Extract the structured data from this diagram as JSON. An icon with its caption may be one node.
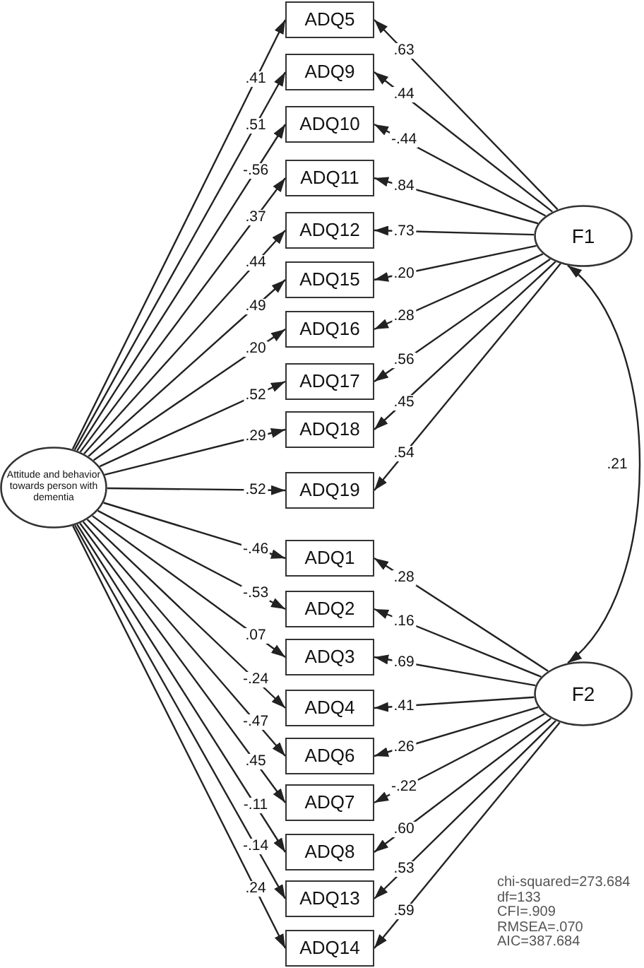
{
  "diagram": {
    "nodes": [
      {
        "text": [
          "Attitude and behavior towards person with dementia"
        ]
      },
      {
        "text": [
          "ADQ5"
        ]
      },
      {
        "text": [
          "ADQ9"
        ]
      },
      {
        "text": [
          "ADQ10"
        ]
      },
      {
        "text": [
          "ADQ11"
        ]
      },
      {
        "text": [
          "ADQ12"
        ]
      },
      {
        "text": [
          "ADQ15"
        ]
      },
      {
        "text": [
          "ADQ16"
        ]
      },
      {
        "text": [
          "ADQ17"
        ]
      },
      {
        "text": [
          "ADQ18"
        ]
      },
      {
        "text": [
          "ADQ19"
        ]
      },
      {
        "text": [
          "ADQ1"
        ]
      },
      {
        "text": [
          "ADQ2"
        ]
      },
      {
        "text": [
          "ADQ3"
        ]
      },
      {
        "text": [
          "ADQ4"
        ]
      },
      {
        "text": [
          "ADQ6"
        ]
      },
      {
        "text": [
          "ADQ7"
        ]
      },
      {
        "text": [
          "ADQ8"
        ]
      },
      {
        "text": [
          "ADQ13"
        ]
      },
      {
        "text": [
          "ADQ14"
        ]
      },
      {
        "text": [
          "F1"
        ]
      },
      {
        "text": [
          "F2"
        ]
      }
    ],
    "edges": [
      {
        "from": 0,
        "to": 1,
        "arrow": "to",
        "label": ".41"
      },
      {
        "from": 0,
        "to": 2,
        "arrow": "to",
        "label": ".51"
      },
      {
        "from": 0,
        "to": 3,
        "arrow": "to",
        "label": "-.56"
      },
      {
        "from": 0,
        "to": 4,
        "arrow": "to",
        "label": ".37"
      },
      {
        "from": 0,
        "to": 5,
        "arrow": "to",
        "label": ".44"
      },
      {
        "from": 0,
        "to": 6,
        "arrow": "to",
        "label": ".49"
      },
      {
        "from": 0,
        "to": 7,
        "arrow": "to",
        "label": ".20"
      },
      {
        "from": 0,
        "to": 8,
        "arrow": "to",
        "label": ".52"
      },
      {
        "from": 0,
        "to": 9,
        "arrow": "to",
        "label": ".29"
      },
      {
        "from": 0,
        "to": 10,
        "arrow": "to",
        "label": ".52"
      },
      {
        "from": 0,
        "to": 11,
        "arrow": "to",
        "label": "-.46"
      },
      {
        "from": 0,
        "to": 12,
        "arrow": "to",
        "label": "-.53"
      },
      {
        "from": 0,
        "to": 13,
        "arrow": "to",
        "label": ".07"
      },
      {
        "from": 0,
        "to": 14,
        "arrow": "to",
        "label": "-.24"
      },
      {
        "from": 0,
        "to": 15,
        "arrow": "to",
        "label": "-.47"
      },
      {
        "from": 0,
        "to": 16,
        "arrow": "to",
        "label": ".45"
      },
      {
        "from": 0,
        "to": 17,
        "arrow": "to",
        "label": "-.11"
      },
      {
        "from": 0,
        "to": 18,
        "arrow": "to",
        "label": "-.14"
      },
      {
        "from": 0,
        "to": 19,
        "arrow": "to",
        "label": ".24"
      },
      {
        "from": 20,
        "to": 1,
        "arrow": "to",
        "label": ".63"
      },
      {
        "from": 20,
        "to": 2,
        "arrow": "to",
        "label": ".44"
      },
      {
        "from": 20,
        "to": 3,
        "arrow": "to",
        "label": "-.44"
      },
      {
        "from": 20,
        "to": 4,
        "arrow": "to",
        "label": ".84"
      },
      {
        "from": 20,
        "to": 5,
        "arrow": "to",
        "label": ".73"
      },
      {
        "from": 20,
        "to": 6,
        "arrow": "to",
        "label": ".20"
      },
      {
        "from": 20,
        "to": 7,
        "arrow": "to",
        "label": ".28"
      },
      {
        "from": 20,
        "to": 8,
        "arrow": "to",
        "label": ".56"
      },
      {
        "from": 20,
        "to": 9,
        "arrow": "to",
        "label": ".45"
      },
      {
        "from": 20,
        "to": 10,
        "arrow": "to",
        "label": ".54"
      },
      {
        "from": 21,
        "to": 11,
        "arrow": "to",
        "label": ".28"
      },
      {
        "from": 21,
        "to": 12,
        "arrow": "to",
        "label": ".16"
      },
      {
        "from": 21,
        "to": 13,
        "arrow": "to",
        "label": ".69"
      },
      {
        "from": 21,
        "to": 14,
        "arrow": "to",
        "label": ".41"
      },
      {
        "from": 21,
        "to": 15,
        "arrow": "to",
        "label": ".26"
      },
      {
        "from": 21,
        "to": 16,
        "arrow": "to",
        "label": "-.22"
      },
      {
        "from": 21,
        "to": 17,
        "arrow": "to",
        "label": ".60"
      },
      {
        "from": 21,
        "to": 18,
        "arrow": "to",
        "label": ".53"
      },
      {
        "from": 21,
        "to": 19,
        "arrow": "to",
        "label": ".59"
      },
      {
        "from": 20,
        "to": 21,
        "arrow": "both",
        "label": ".21"
      }
    ],
    "labels": [
      "chi-squared=273.684",
      "df=133",
      "CFI=.909",
      "RMSEA=.070",
      "AIC=387.684"
    ]
  }
}
